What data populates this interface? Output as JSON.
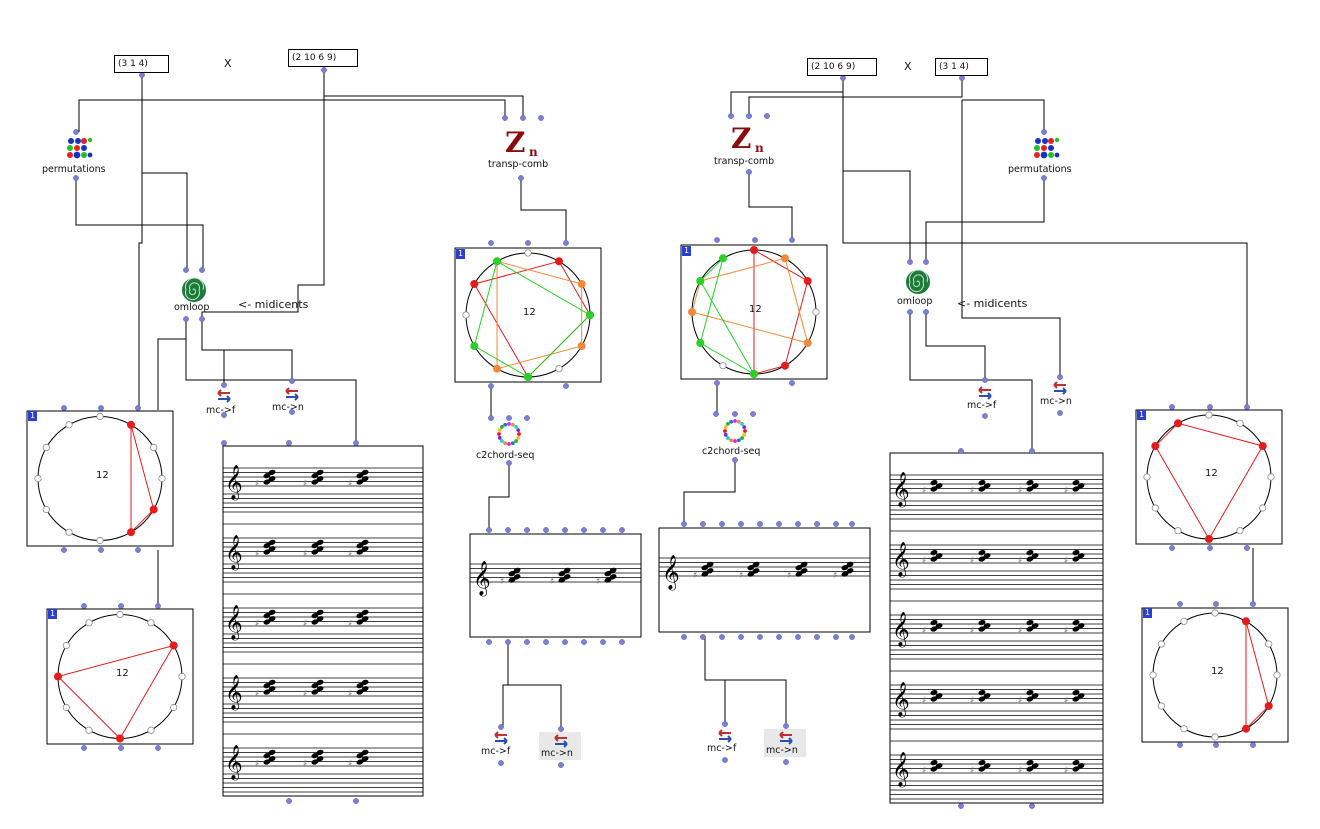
{
  "patch": {
    "left": {
      "msg_a": "(3 1 4)",
      "times": "X",
      "msg_b": "(2 10 6 9)",
      "permutations_label": "permutations",
      "omloop_label": "omloop",
      "midicents_comment": "<- midicents",
      "mcf_label": "mc->f",
      "mcn_label": "mc->n",
      "transp_label": "transp-comb",
      "c2chord_label": "c2chord-seq",
      "mcf2_label": "mc->f",
      "mcn2_label": "mc->n",
      "circle_small1_n": "12",
      "circle_small2_n": "12",
      "circle_big_n": "12",
      "circle_badge": "1"
    },
    "right": {
      "msg_b": "(2 10 6 9)",
      "times": "X",
      "msg_a": "(3 1 4)",
      "transp_label": "transp-comb",
      "permutations_label": "permutations",
      "omloop_label": "omloop",
      "midicents_comment": "<- midicents",
      "c2chord_label": "c2chord-seq",
      "mcf_label": "mc->f",
      "mcn_label": "mc->n",
      "mcf2_label": "mc->f",
      "mcn2_label": "mc->n",
      "circle_big_n": "12",
      "circle_small1_n": "12",
      "circle_small2_n": "12",
      "circle_badge": "1"
    }
  },
  "colors": {
    "inlet": "#7c7fd6",
    "red": "#e51c1c",
    "orange": "#f08a3a",
    "green": "#25d225",
    "magenta": "#e026d8",
    "badge": "#2b3fd0"
  }
}
